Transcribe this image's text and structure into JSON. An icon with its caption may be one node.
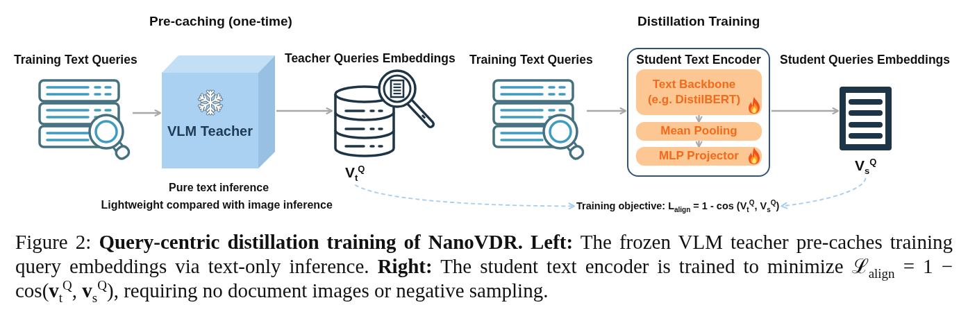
{
  "diagram": {
    "caption": "Figure 2: **Query-centric distillation training of NanoVDR. Left:** The frozen VLM teacher pre-caches training query embeddings via text-only inference. **Right:** The student text encoder is trained to minimize ℒ$_{align}$ = 1 − cos(**v**$_{t}$$^{Q}$, **v**$_{s}$$^{Q}$), requiring no document images or negative sampling.",
    "nodes": [
      {
        "text": [
          "Training Text Queries"
        ]
      },
      {
        "text": [
          "VLM Teacher"
        ],
        "beside": [
          "Pure text inference",
          "Lightweight compared with image inference"
        ]
      },
      {
        "text": [
          "Teacher Queries Embeddings"
        ]
      },
      {
        "text": [
          "V$_{t}$$^{Q}$"
        ]
      },
      {
        "text": [
          "Training Text Queries"
        ]
      },
      {
        "text": [
          "Student Text Encoder"
        ]
      },
      {
        "text": [
          "Text Backbone (e.g. DistilBERT)"
        ],
        "in": 5
      },
      {
        "text": [
          "Mean Pooling"
        ],
        "in": 5
      },
      {
        "text": [
          "MLP Projector"
        ],
        "in": 5
      },
      {
        "text": [
          "Student Queries Embeddings"
        ]
      },
      {
        "text": [
          "V$_{s}$$^{Q}$"
        ]
      },
      {
        "text": [
          "Training objective: L$_{align}$ = 1 - cos (V$_{t}$$^{Q}$, V$_{s}$$^{Q}$)"
        ]
      }
    ],
    "edges": [
      {
        "from": 0,
        "to": 1,
        "arrow": "to"
      },
      {
        "from": 1,
        "to": 2,
        "arrow": "to"
      },
      {
        "from": 4,
        "to": 5,
        "arrow": "to"
      },
      {
        "from": 5,
        "to": 9,
        "arrow": "to"
      },
      {
        "from": 6,
        "to": 7,
        "arrow": "to"
      },
      {
        "from": 7,
        "to": 8,
        "arrow": "to"
      },
      {
        "from": 3,
        "to": 11,
        "arrow": "to",
        "style": "dashed",
        "color": "#a6cdee"
      },
      {
        "from": 10,
        "to": 11,
        "arrow": "to",
        "style": "dashed",
        "color": "#a6cdee"
      }
    ],
    "labels": [
      "Pre-caching (one-time)",
      "Distillation Training"
    ]
  }
}
